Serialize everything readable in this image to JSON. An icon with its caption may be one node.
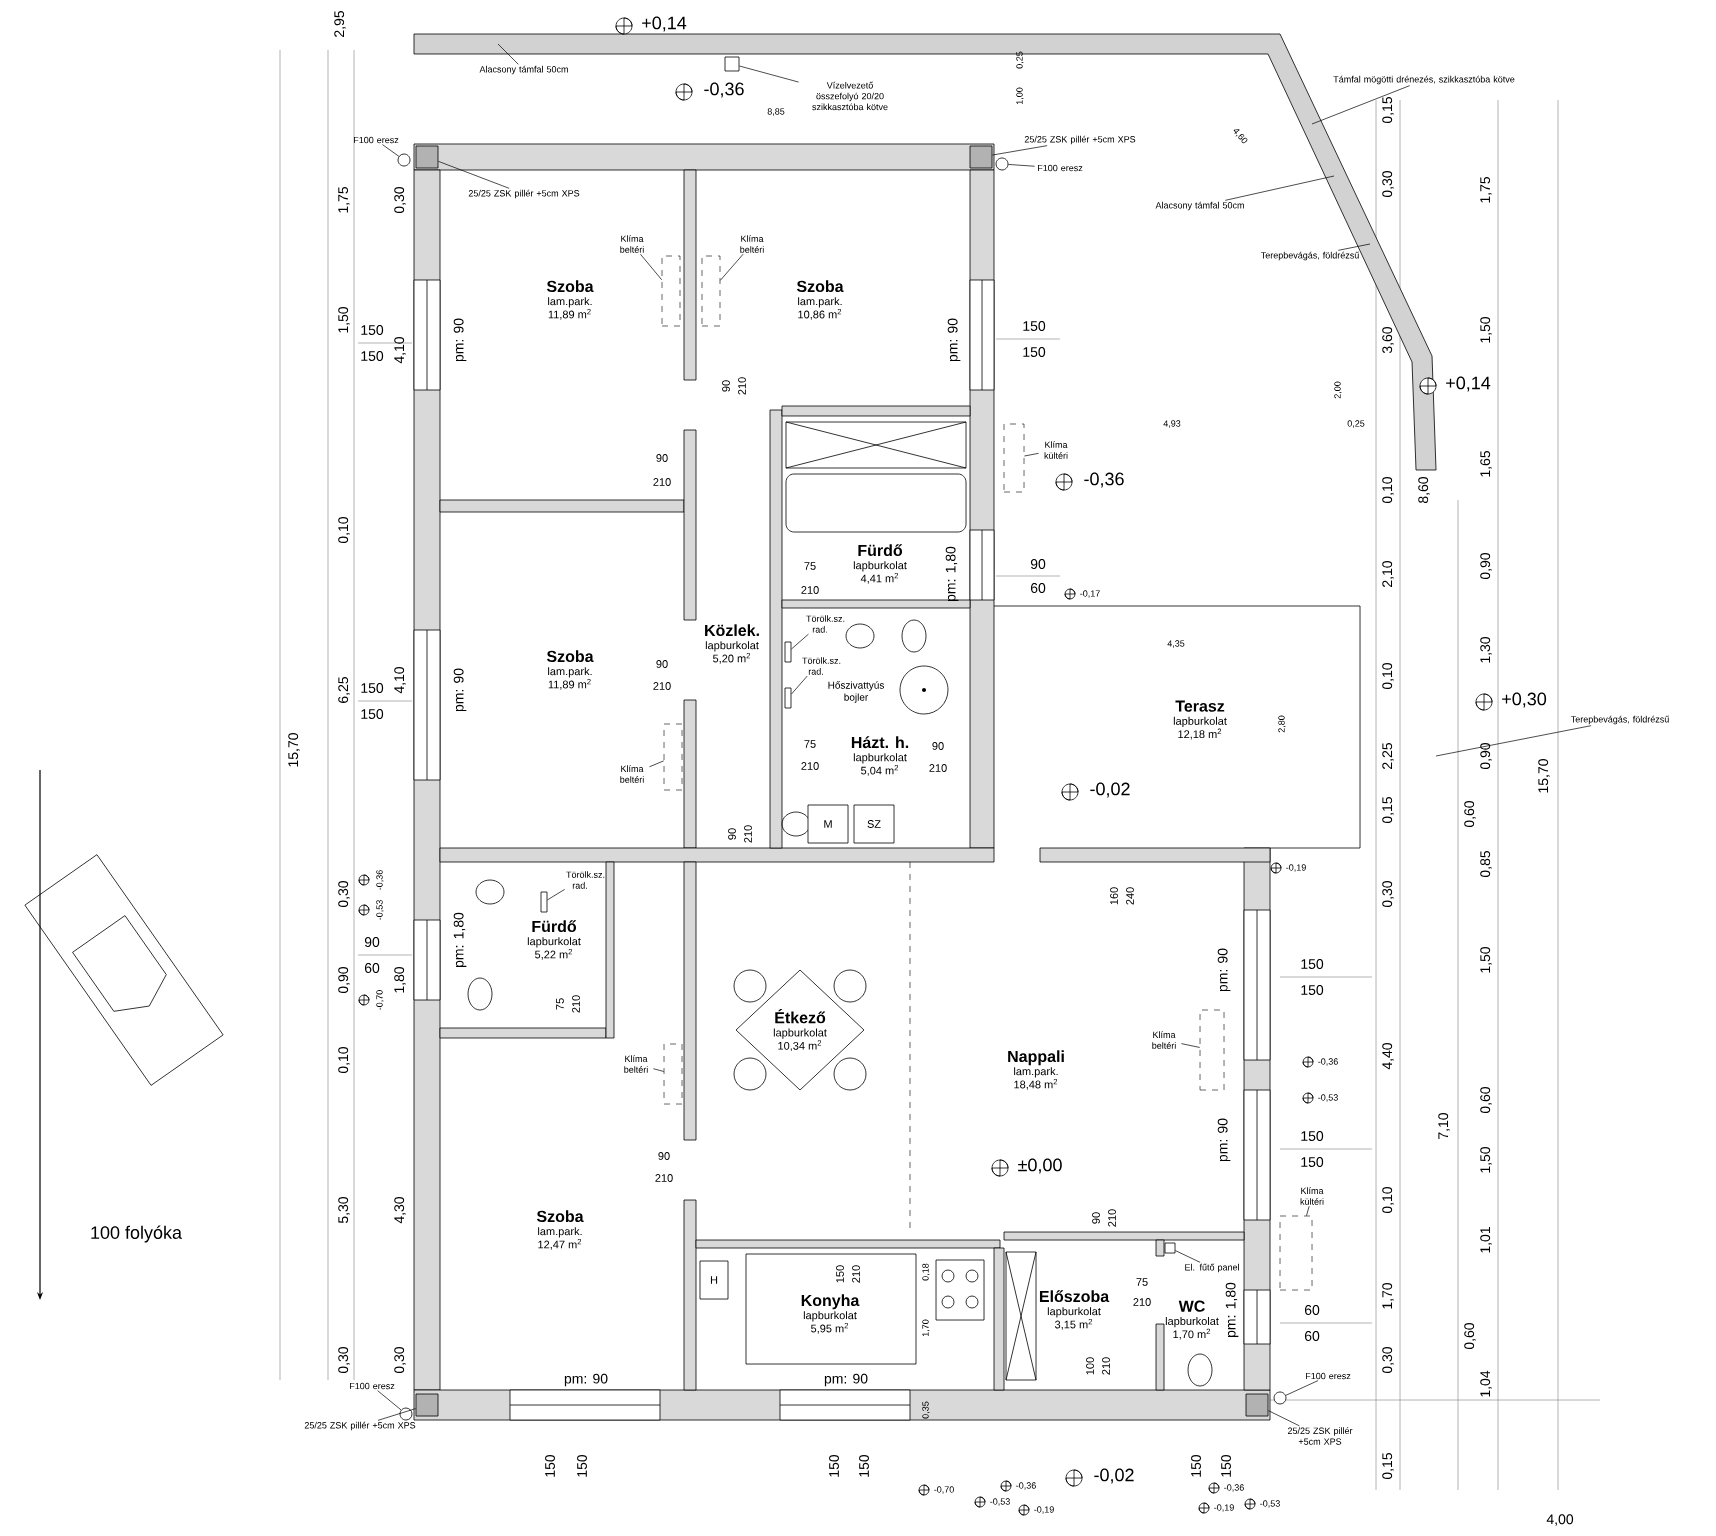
{
  "diagram": {
    "nodes": [
      {
        "text": [
          "Szoba",
          "lam.park.",
          "11,89 m$^{2}$"
        ]
      },
      {
        "text": [
          "Szoba",
          "lam.park.",
          "10,86 m$^{2}$"
        ]
      },
      {
        "text": [
          "Fürdő",
          "lapburkolat",
          "4,41 m$^{2}$"
        ]
      },
      {
        "text": [
          "Közlek.",
          "lapburkolat",
          "5,20 m$^{2}$"
        ]
      },
      {
        "text": [
          "Szoba",
          "lam.park.",
          "11,89 m$^{2}$"
        ]
      },
      {
        "text": [
          "Házt. h.",
          "lapburkolat",
          "5,04 m$^{2}$"
        ]
      },
      {
        "text": [
          "Terasz",
          "lapburkolat",
          "12,18 m$^{2}$"
        ]
      },
      {
        "text": [
          "Fürdő",
          "lapburkolat",
          "5,22 m$^{2}$"
        ]
      },
      {
        "text": [
          "Étkező",
          "lapburkolat",
          "10,34 m$^{2}$"
        ]
      },
      {
        "text": [
          "Nappali",
          "lam.park.",
          "18,48 m$^{2}$"
        ]
      },
      {
        "text": [
          "Szoba",
          "lam.park.",
          "12,47 m$^{2}$"
        ]
      },
      {
        "text": [
          "Konyha",
          "lapburkolat",
          "5,95 m$^{2}$"
        ]
      },
      {
        "text": [
          "Előszoba",
          "lapburkolat",
          "3,15 m$^{2}$"
        ]
      },
      {
        "text": [
          "WC",
          "lapburkolat",
          "1,70 m$^{2}$"
        ]
      },
      {
        "text": [
          "M"
        ]
      },
      {
        "text": [
          "SZ"
        ]
      },
      {
        "text": [
          "H"
        ]
      },
      {
        "text": [
          "Alacsony támfal 50cm"
        ]
      },
      {
        "text": [
          "Vízelvezető összefolyó 20/20 szikkasztóba kötve"
        ]
      },
      {
        "text": [
          "Támfal mögötti drénezés, szikkasztóba kötve"
        ]
      },
      {
        "text": [
          "Alacsony támfal 50cm"
        ]
      },
      {
        "text": [
          "Terepbevágás, földrézsű"
        ]
      },
      {
        "text": [
          "F100 eresz"
        ]
      },
      {
        "text": [
          "25/25 ZSK pillér +5cm XPS"
        ]
      },
      {
        "text": [
          "25/25 ZSK pillér +5cm XPS"
        ]
      },
      {
        "text": [
          "F100 eresz"
        ]
      },
      {
        "text": [
          "Klíma beltéri"
        ]
      },
      {
        "text": [
          "Klíma beltéri"
        ]
      },
      {
        "text": [
          "Klíma kültéri"
        ]
      },
      {
        "text": [
          "Törölk.sz. rad."
        ]
      },
      {
        "text": [
          "Törölk.sz. rad."
        ]
      },
      {
        "text": [
          "Klíma beltéri"
        ]
      },
      {
        "text": [
          "Terepbevágás, földrézsű"
        ]
      },
      {
        "text": [
          "Törölk.sz. rad."
        ]
      },
      {
        "text": [
          "Klíma beltéri"
        ]
      },
      {
        "text": [
          "Klíma beltéri"
        ]
      },
      {
        "text": [
          "Klíma kültéri"
        ]
      },
      {
        "text": [
          "El. fűtő panel"
        ]
      },
      {
        "text": [
          "F100 eresz"
        ]
      },
      {
        "text": [
          "25/25 ZSK pillér +5cm XPS"
        ]
      },
      {
        "text": [
          "F100 eresz"
        ]
      },
      {
        "text": [
          "25/25 ZSK pillér +5cm XPS"
        ]
      },
      {
        "text": [],
        "shape": "box"
      },
      {
        "text": [],
        "shape": "box"
      },
      {
        "text": [],
        "shape": "box"
      },
      {
        "text": [],
        "shape": "box"
      },
      {
        "text": [],
        "shape": "box"
      },
      {
        "text": [],
        "shape": "box"
      },
      {
        "text": [],
        "shape": "box"
      },
      {
        "text": [],
        "shape": "box"
      },
      {
        "text": [],
        "shape": "box"
      },
      {
        "text": [],
        "shape": "box"
      },
      {
        "text": [],
        "shape": "box"
      },
      {
        "text": [],
        "shape": "box"
      },
      {
        "text": [],
        "shape": "box"
      },
      {
        "text": [],
        "shape": "circle"
      },
      {
        "text": [],
        "shape": "box"
      },
      {
        "text": [],
        "shape": "circle"
      },
      {
        "text": [],
        "shape": "circle"
      },
      {
        "text": [],
        "shape": "box"
      },
      {
        "text": [],
        "shape": "circle"
      },
      {
        "text": [],
        "shape": "box"
      }
    ],
    "edges": [
      {
        "from": 17,
        "to": null,
        "arrow": "none"
      },
      {
        "from": 18,
        "to": 53,
        "arrow": "none"
      },
      {
        "from": 19,
        "to": null,
        "arrow": "none"
      },
      {
        "from": 20,
        "to": null,
        "arrow": "none"
      },
      {
        "from": 21,
        "to": null,
        "arrow": "none"
      },
      {
        "from": 22,
        "to": 55,
        "arrow": "none"
      },
      {
        "from": 23,
        "to": 54,
        "arrow": "none"
      },
      {
        "from": 24,
        "to": 56,
        "arrow": "none"
      },
      {
        "from": 25,
        "to": 57,
        "arrow": "none"
      },
      {
        "from": 26,
        "to": 42,
        "arrow": "none"
      },
      {
        "from": 27,
        "to": 43,
        "arrow": "none"
      },
      {
        "from": 28,
        "to": 44,
        "arrow": "none"
      },
      {
        "from": 29,
        "to": 45,
        "arrow": "none"
      },
      {
        "from": 30,
        "to": 46,
        "arrow": "none"
      },
      {
        "from": 31,
        "to": 47,
        "arrow": "none"
      },
      {
        "from": 32,
        "to": null,
        "arrow": "none"
      },
      {
        "from": 33,
        "to": 48,
        "arrow": "none"
      },
      {
        "from": 34,
        "to": 49,
        "arrow": "none"
      },
      {
        "from": 35,
        "to": 50,
        "arrow": "none"
      },
      {
        "from": 36,
        "to": 51,
        "arrow": "none"
      },
      {
        "from": 37,
        "to": 52,
        "arrow": "none"
      },
      {
        "from": 38,
        "to": 58,
        "arrow": "none"
      },
      {
        "from": 39,
        "to": 59,
        "arrow": "none"
      },
      {
        "from": 40,
        "to": 60,
        "arrow": "none"
      },
      {
        "from": 41,
        "to": 61,
        "arrow": "none"
      }
    ],
    "labels": [
      "+0,14",
      "-0,36",
      "+0,14",
      "-0,36",
      "-0,02",
      "+0,30",
      "±0,00",
      "-0,02",
      "-0,17",
      "-0,19",
      "-0,36",
      "-0,53",
      "-0,36",
      "-0,53",
      "-0,70",
      "-0,70",
      "-0,36",
      "-0,53",
      "-0,19",
      "-0,36",
      "-0,19",
      "-0,53",
      "8,85",
      "0,25",
      "1,00",
      "4,60",
      "4,93",
      "0,25",
      "2,00",
      "4,35",
      "2,80",
      "0,18",
      "1,70",
      "0,35",
      "0,15",
      "0,30",
      "3,60",
      "0,10",
      "2,10",
      "0,10",
      "2,25",
      "0,15",
      "0,30",
      "4,40",
      "0,10",
      "1,70",
      "0,30",
      "0,15",
      "8,60",
      "7,10",
      "1,75",
      "1,50",
      "1,65",
      "0,90",
      "1,30",
      "0,90",
      "0,60",
      "0,85",
      "1,50",
      "0,60",
      "1,50",
      "1,01",
      "0,60",
      "1,04",
      "15,70",
      "4,00",
      "2,95",
      "1,75",
      "0,30",
      "1,50",
      "4,10",
      "0,10",
      "6,25",
      "4,10",
      "15,70",
      "0,30",
      "0,90",
      "1,80",
      "0,10",
      "5,30",
      "4,30",
      "0,30",
      "0,30",
      "150",
      "150",
      "150",
      "150",
      "150",
      "150",
      "90",
      "60",
      "90",
      "60",
      "150",
      "150",
      "150",
      "150",
      "60",
      "60",
      "150",
      "150",
      "150",
      "150",
      "150",
      "150",
      "pm: 90",
      "pm: 90",
      "pm: 1,80",
      "pm: 90",
      "pm: 1,80",
      "pm: 90",
      "pm: 90",
      "pm: 1,80",
      "pm: 90",
      "pm: 90",
      "90",
      "210",
      "90",
      "210",
      "75",
      "210",
      "90",
      "210",
      "75",
      "210",
      "90",
      "210",
      "90",
      "210",
      "75",
      "210",
      "90",
      "210",
      "150",
      "210",
      "160",
      "240",
      "90",
      "210",
      "75",
      "210",
      "100",
      "210",
      "Hőszivattyús bojler",
      "100 folyóka"
    ]
  }
}
